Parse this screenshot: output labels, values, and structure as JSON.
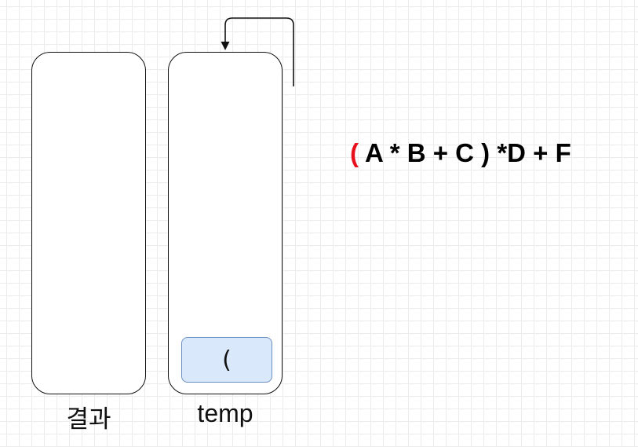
{
  "stacks": {
    "result": {
      "label": "결과"
    },
    "temp": {
      "label": "temp",
      "items": [
        "("
      ]
    }
  },
  "expression": {
    "highlighted": "(",
    "rest": " A * B + C ) *D + F"
  },
  "colors": {
    "highlight": "#e8101c",
    "item_fill": "#dae8fc",
    "item_border": "#6c8ebf"
  }
}
